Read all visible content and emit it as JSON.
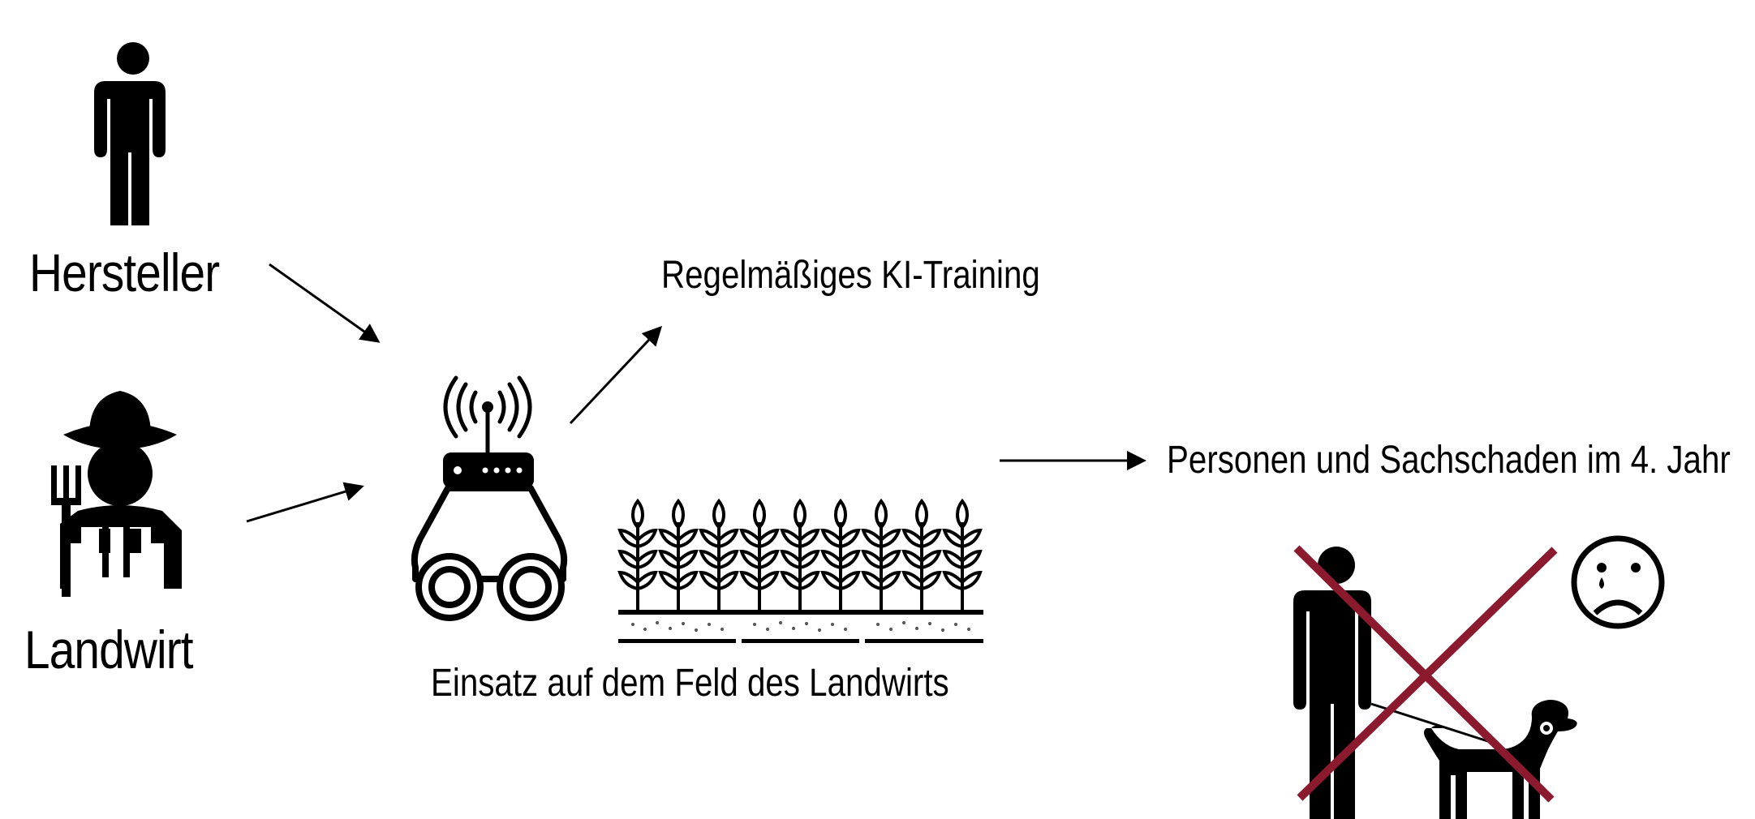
{
  "labels": {
    "manufacturer": "Hersteller",
    "farmer": "Landwirt",
    "ai_training": "Regelmäßiges KI-Training",
    "field_use": "Einsatz auf dem Feld des Landwirts",
    "damage": "Personen und Sachschaden im 4. Jahr"
  },
  "icons": [
    "person-icon",
    "farmer-icon",
    "pitchfork-icon",
    "robot-vehicle-icon",
    "antenna-signal-icon",
    "wheat-field-icon",
    "person-with-dog-icon",
    "dog-icon",
    "red-cross-icon",
    "sad-face-icon"
  ],
  "colors": {
    "ink": "#000000",
    "cross": "#8b1a2f"
  }
}
